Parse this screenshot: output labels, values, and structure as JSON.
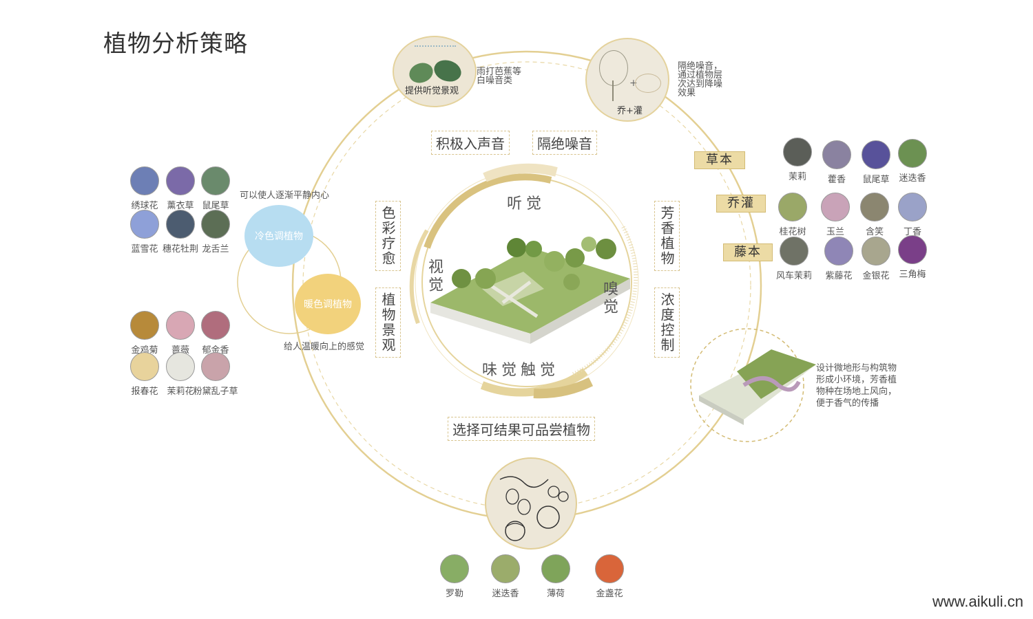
{
  "title": "植物分析策略",
  "footer": "www.aikuli.cn",
  "colors": {
    "gold": "#e5d08f",
    "cool": "#b5dff2",
    "warm": "#f1d37f",
    "green": "#8fae5d"
  },
  "top_circles": {
    "hearing": {
      "label": "提供听觉景观",
      "note": [
        "雨打芭蕉等",
        "白噪音类"
      ]
    },
    "tree_shrub": {
      "label": "乔+灌",
      "note": [
        "隔绝噪音，",
        "通过植物层",
        "次达到降噪",
        "效果"
      ]
    }
  },
  "tags": {
    "active_sound": "积极入声音",
    "isolate_noise": "隔绝噪音",
    "color_heal": "色彩疗愈",
    "plant_view": "植物景观",
    "fragrance_plant": "芳香植物",
    "concentration": "浓度控制",
    "edible": "选择可结果可品尝植物"
  },
  "senses": {
    "hearing": "听觉",
    "sight": "视觉",
    "smell": "嗅觉",
    "taste_touch": "味觉触觉"
  },
  "cool_group": {
    "label": "冷色调植物",
    "desc": "可以使人逐渐平静内心",
    "plants": [
      "绣球花",
      "薰衣草",
      "鼠尾草",
      "蓝雪花",
      "穗花牡荆",
      "龙舌兰"
    ]
  },
  "warm_group": {
    "label": "暖色调植物",
    "desc": "给人温暖向上的感觉",
    "plants": [
      "金鸡菊",
      "蔷薇",
      "郁金香",
      "报春花",
      "茉莉花",
      "粉黛乱子草"
    ]
  },
  "categories": {
    "herb": {
      "label": "草本",
      "plants": [
        "茉莉",
        "藿香",
        "鼠尾草",
        "迷迭香"
      ]
    },
    "tree_shrub": {
      "label": "乔灌",
      "plants": [
        "桂花树",
        "玉兰",
        "含笑",
        "丁香"
      ]
    },
    "vine": {
      "label": "藤本",
      "plants": [
        "风车茉莉",
        "紫藤花",
        "金银花",
        "三角梅"
      ]
    }
  },
  "microclimate_note": [
    "设计微地形与构筑物",
    "形成小环境，芳香植",
    "物种在场地上风向，",
    "便于香气的传播"
  ],
  "edible_plants": [
    "罗勒",
    "迷迭香",
    "薄荷",
    "金盏花"
  ]
}
